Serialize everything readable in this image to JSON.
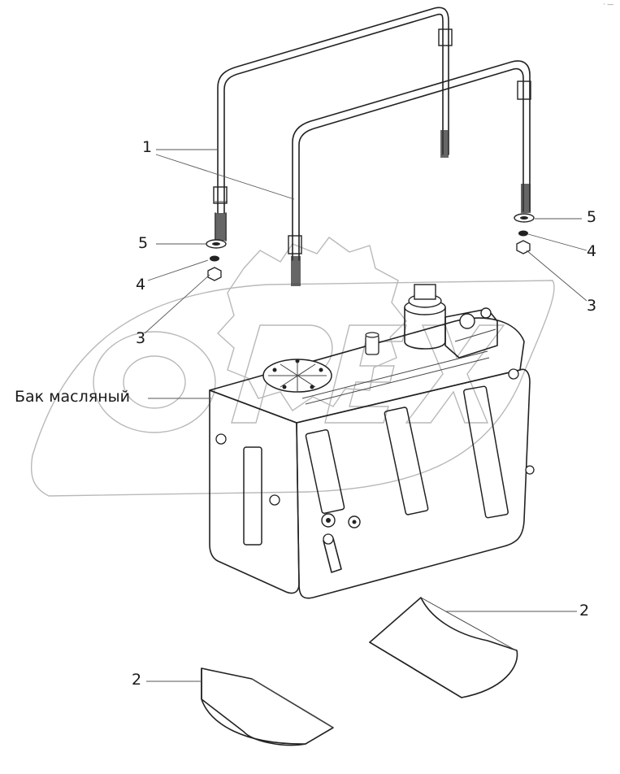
{
  "diagram": {
    "callouts": [
      {
        "id": "c1",
        "text": "1"
      },
      {
        "id": "c5-left",
        "text": "5"
      },
      {
        "id": "c4-left",
        "text": "4"
      },
      {
        "id": "c3-left",
        "text": "3"
      },
      {
        "id": "c5-right",
        "text": "5"
      },
      {
        "id": "c4-right",
        "text": "4"
      },
      {
        "id": "c3-right",
        "text": "3"
      },
      {
        "id": "c-tank",
        "text": "Бак масляный"
      },
      {
        "id": "c2-right",
        "text": "2"
      },
      {
        "id": "c2-left",
        "text": "2"
      }
    ],
    "watermark": "OPEX",
    "corner_mark": "· —"
  }
}
